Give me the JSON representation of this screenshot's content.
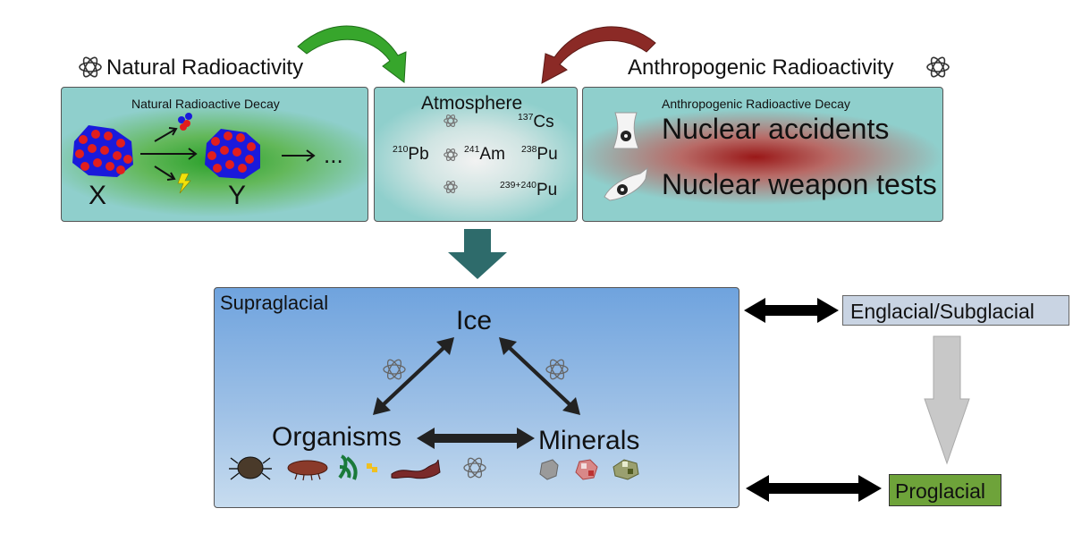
{
  "header": {
    "natural_title": "Natural Radioactivity",
    "anthropogenic_title": "Anthropogenic Radioactivity"
  },
  "natural_panel": {
    "title": "Natural Radioactive Decay",
    "parent_label": "X",
    "daughter_label": "Y",
    "continuation": "..."
  },
  "atmosphere_panel": {
    "title": "Atmosphere",
    "isotopes": [
      {
        "mass": "137",
        "symbol": "Cs"
      },
      {
        "mass": "210",
        "symbol": "Pb"
      },
      {
        "mass": "241",
        "symbol": "Am"
      },
      {
        "mass": "238",
        "symbol": "Pu"
      },
      {
        "mass": "239+240",
        "symbol": "Pu"
      }
    ]
  },
  "anthropogenic_panel": {
    "title": "Anthropogenic Radioactive Decay",
    "items": [
      "Nuclear accidents",
      "Nuclear weapon tests"
    ]
  },
  "supraglacial_panel": {
    "title": "Supraglacial",
    "nodes": {
      "ice": "Ice",
      "organisms": "Organisms",
      "minerals": "Minerals"
    }
  },
  "side_boxes": {
    "englacial": "Englacial/Subglacial",
    "proglacial": "Proglacial"
  },
  "colors": {
    "panel_teal": "#8fcfcc",
    "natural_glow": "#2aa02a",
    "anthro_glow": "#a51c1c",
    "flow_arrow": "#2e6b6b",
    "green_arrow": "#37a62c",
    "red_arrow": "#8b2a26",
    "proglacial_fill": "#6ea33a",
    "englacial_fill": "#c9d4e3",
    "supraglacial_top": "#6fa3de",
    "supraglacial_bottom": "#c7dcef"
  }
}
